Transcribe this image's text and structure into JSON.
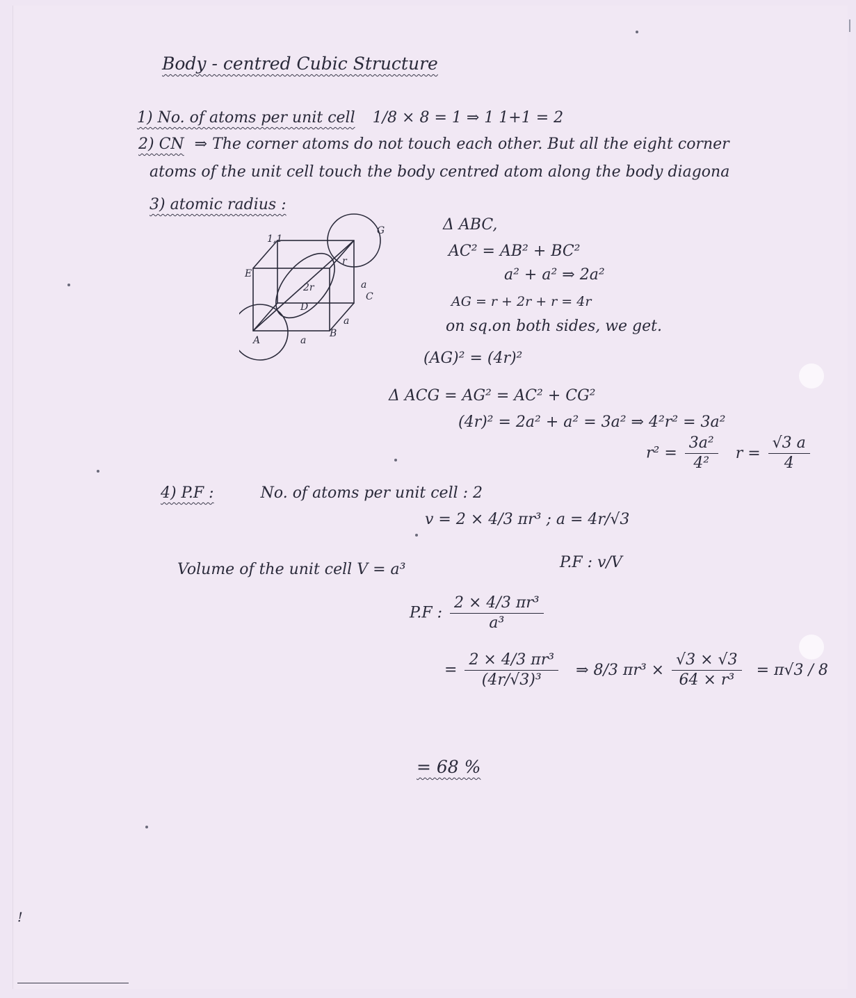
{
  "title": "Body - centred Cubic Structure",
  "sections": {
    "atoms_per_cell": {
      "label": "1) No. of atoms per unit cell",
      "expr": "1/8 × 8 = 1 ⇒ 1      1+1 = 2"
    },
    "cn": {
      "label": "2) CN",
      "line1": "⇒ The corner atoms do not touch each other. But all the eight corner",
      "line2": "atoms of the unit cell touch the body centred atom along the body diagona"
    },
    "radius": {
      "label": "3) atomic radius :",
      "triangle_abc": "Δ ABC,",
      "eq1": "AC² = AB² + BC²",
      "eq2": "a² + a² ⇒ 2a²",
      "eq3": "AG = r + 2r + r = 4r",
      "eq4": "on sq.on both sides, we get.",
      "eq5": "(AG)² = (4r)²",
      "eq6": "Δ ACG  =  AG² = AC² + CG²",
      "eq7": "(4r)² = 2a² + a² = 3a² ⇒ 4²r² = 3a²",
      "eq8_lhs": "r² =",
      "eq8_num": "3a²",
      "eq8_den": "4²",
      "eq8_r": "r =",
      "eq8_rnum": "√3 a",
      "eq8_rden": "4"
    },
    "pf": {
      "label": "4) P.F :",
      "atoms": "No. of atoms per unit cell : 2",
      "v_small": "v = 2 × 4/3 πr³ ;   a = 4r/√3",
      "volume": "Volume of the unit cell V = a³",
      "pf_ratio": "P.F : v/V",
      "pf_label": "P.F :",
      "pf_num": "2 × 4/3 πr³",
      "pf_den": "a³",
      "eq_eq": "=",
      "step_num": "2 × 4/3 πr³",
      "step_den": "(4r/√3)³",
      "step_mid": "⇒  8/3 πr³  ×",
      "step_frac_num": "√3 × √3",
      "step_frac_den": "64 × r³",
      "step_result": "= π√3 / 8",
      "result": "= 68 %"
    }
  },
  "diagram": {
    "labels": [
      "1,1",
      "E",
      "G",
      "r",
      "2r",
      "D",
      "a",
      "C",
      "B",
      "A",
      "a",
      "a"
    ]
  },
  "margin_mark": "!"
}
